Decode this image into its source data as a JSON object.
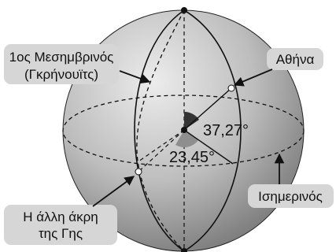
{
  "labels": {
    "meridian_line1": "1ος Μεσημβρινός",
    "meridian_line2": "(Γκρήνουϊτς)",
    "athens": "Αθήνα",
    "angle_lat": "37,27°",
    "angle_lon": "23,45°",
    "equator": "Ισημερινός",
    "antipode_line1": "Η άλλη άκρη",
    "antipode_line2": "της Γης"
  },
  "colors": {
    "sphere_light": "#e9e9e9",
    "sphere_dark": "#7c7c7c",
    "label_box": "#d6d6d6",
    "stroke": "#111111"
  }
}
